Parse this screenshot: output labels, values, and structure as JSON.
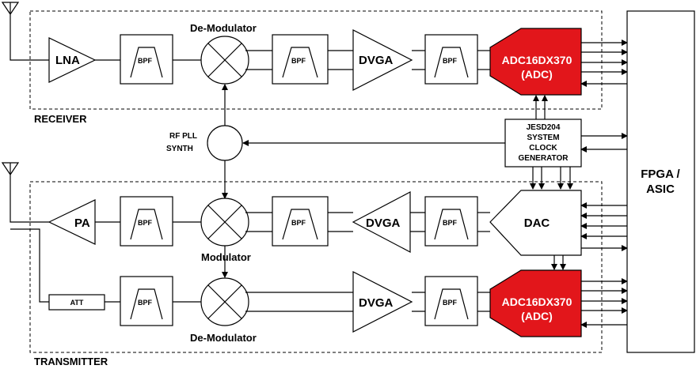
{
  "sections": {
    "receiver": "RECEIVER",
    "transmitter": "TRANSMITTER"
  },
  "receiver": {
    "lna": "LNA",
    "bpf1": "BPF",
    "mixer_label": "De-Modulator",
    "bpf2": "BPF",
    "dvga": "DVGA",
    "bpf3": "BPF",
    "adc_name": "ADC16DX370",
    "adc_sub": "(ADC)"
  },
  "synth": {
    "line1": "RF PLL",
    "line2": "SYNTH"
  },
  "clock": {
    "line1": "JESD204",
    "line2": "SYSTEM",
    "line3": "CLOCK",
    "line4": "GENERATOR"
  },
  "transmitter": {
    "pa": "PA",
    "bpf1": "BPF",
    "mixer_label": "Modulator",
    "bpf2": "BPF",
    "dvga": "DVGA",
    "bpf3": "BPF",
    "dac": "DAC"
  },
  "feedback": {
    "att": "ATT",
    "bpf1": "BPF",
    "mixer_label": "De-Modulator",
    "dvga": "DVGA",
    "bpf2": "BPF",
    "adc_name": "ADC16DX370",
    "adc_sub": "(ADC)"
  },
  "fpga": {
    "line1": "FPGA /",
    "line2": "ASIC"
  },
  "colors": {
    "adc_fill": "#e2161b",
    "outline": "#000000",
    "background": "#ffffff"
  }
}
